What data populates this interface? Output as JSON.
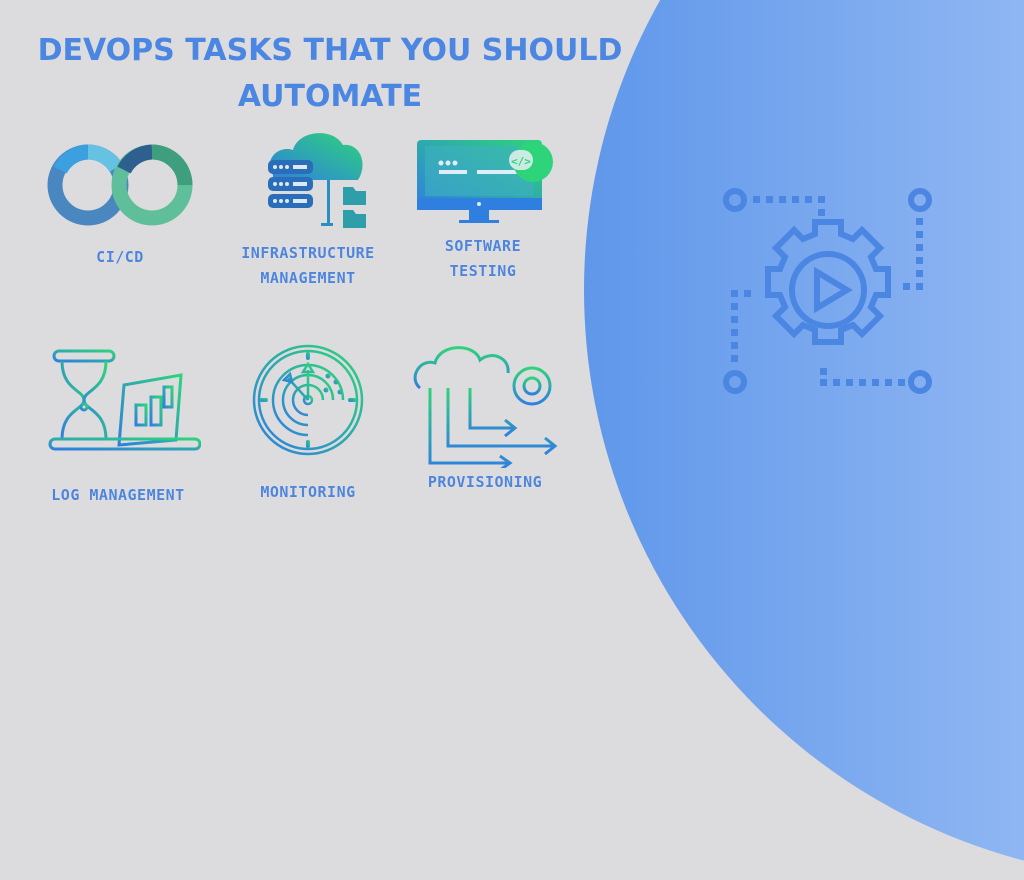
{
  "slide": {
    "title_line1": "DEVOPS TASKS THAT YOU SHOULD",
    "title_line2": "AUTOMATE",
    "colors": {
      "background": "#dcdbdd",
      "title": "#4a86e2",
      "label": "#4e85dc",
      "circle_start": "#5f97ea",
      "circle_end": "#b9d3f8",
      "icon_green": "#2ecc71",
      "icon_blue": "#2f7fe0",
      "hero_icon": "#4a86e2"
    }
  },
  "tasks": [
    {
      "id": "cicd",
      "icon": "infinity-loop-icon",
      "label_line1": "CI/CD",
      "label_line2": ""
    },
    {
      "id": "infrastructure",
      "icon": "cloud-server-icon",
      "label_line1": "INFRASTRUCTURE",
      "label_line2": "MANAGEMENT"
    },
    {
      "id": "testing",
      "icon": "monitor-code-gear-icon",
      "label_line1": "SOFTWARE",
      "label_line2": "TESTING"
    },
    {
      "id": "logs",
      "icon": "hourglass-chart-icon",
      "label_line1": "LOG MANAGEMENT",
      "label_line2": ""
    },
    {
      "id": "monitoring",
      "icon": "radar-dial-icon",
      "label_line1": "MONITORING",
      "label_line2": ""
    },
    {
      "id": "provisioning",
      "icon": "cloud-gear-arrows-icon",
      "label_line1": "PROVISIONING",
      "label_line2": ""
    }
  ],
  "hero": {
    "icon": "gear-play-automation-icon"
  }
}
